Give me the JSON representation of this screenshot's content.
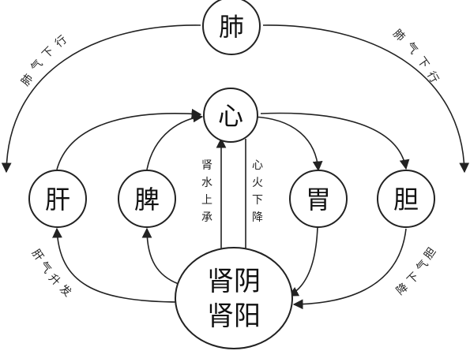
{
  "nodes": {
    "lung": "肺",
    "heart": "心",
    "liver": "肝",
    "spleen": "脾",
    "stomach": "胃",
    "gallbladder": "胆",
    "kidney_yin": "肾阴",
    "kidney_yang": "肾阳"
  },
  "labels": {
    "kidney_water_up": [
      "肾",
      "水",
      "上",
      "承"
    ],
    "heart_fire_down": [
      "心",
      "火",
      "下",
      "降"
    ],
    "left_top": [
      "肺",
      "气",
      "下",
      "行"
    ],
    "right_top": [
      "肺",
      "气",
      "下",
      "行"
    ],
    "left_bottom": [
      "肝",
      "气",
      "升",
      "发"
    ],
    "right_bottom": [
      "胆",
      "气",
      "下",
      "降"
    ]
  }
}
